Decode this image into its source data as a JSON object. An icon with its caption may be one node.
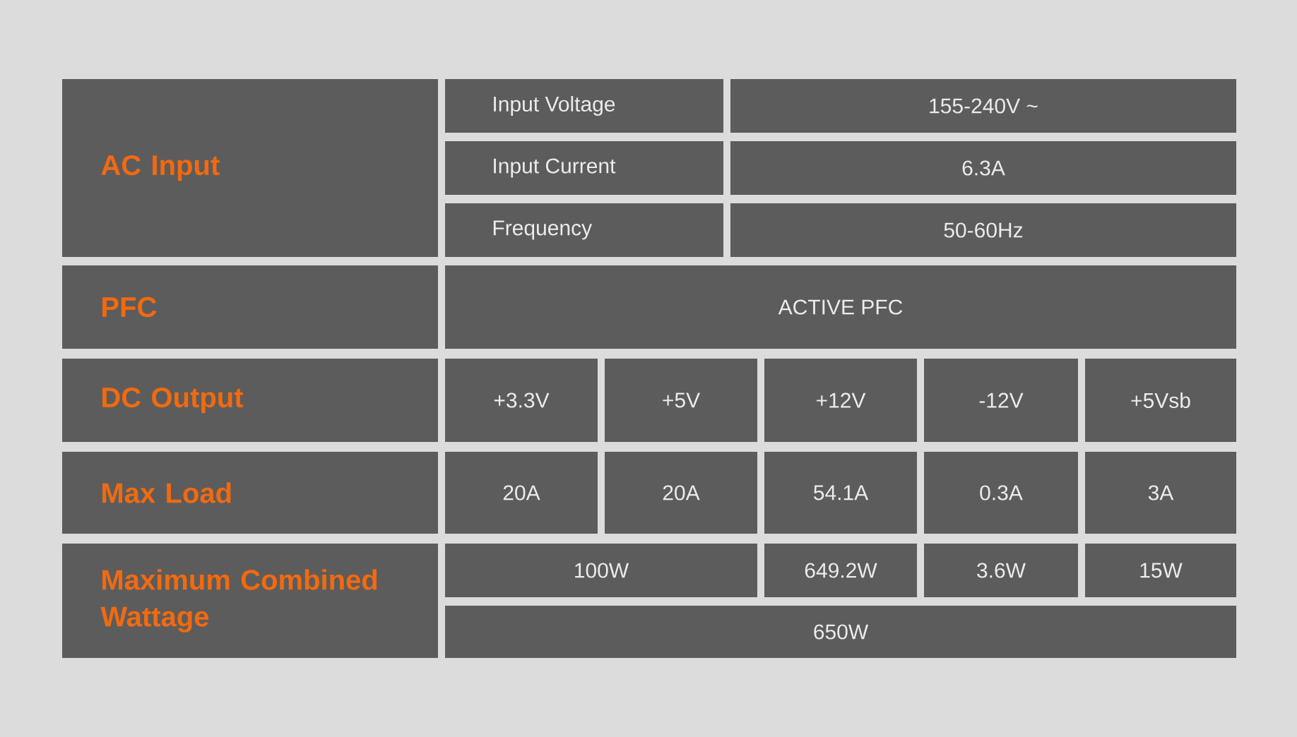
{
  "diagram": {
    "labels": [
      "AC Input",
      "Input Voltage",
      "155-240V ~",
      "Input Current",
      "6.3A",
      "Frequency",
      "50-60Hz",
      "PFC",
      "ACTIVE PFC",
      "DC Output",
      "+3.3V",
      "+5V",
      "+12V",
      "-12V",
      "+5Vsb",
      "Max Load",
      "20A",
      "20A",
      "54.1A",
      "0.3A",
      "3A",
      "Maximum Combined Wattage",
      "100W",
      "649.2W",
      "3.6W",
      "15W",
      "650W"
    ]
  }
}
